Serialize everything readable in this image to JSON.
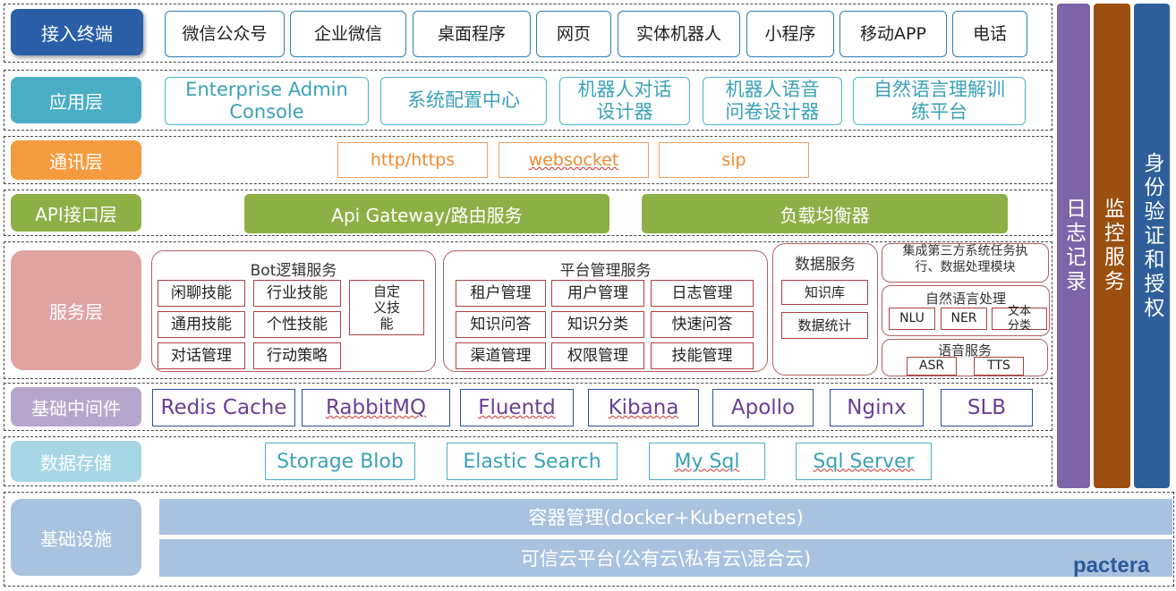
{
  "layers": {
    "terminal": "接入终端",
    "application": "应用层",
    "communication": "通讯层",
    "api": "API接口层",
    "service": "服务层",
    "middleware": "基础中间件",
    "storage": "数据存储",
    "infrastructure": "基础设施"
  },
  "terminals": [
    "微信公众号",
    "企业微信",
    "桌面程序",
    "网页",
    "实体机器人",
    "小程序",
    "移动APP",
    "电话"
  ],
  "applications": [
    "Enterprise Admin Console",
    "系统配置中心",
    "机器人对话设计器",
    "机器人语音问卷设计器",
    "自然语言理解训练平台"
  ],
  "protocols": [
    "http/https",
    "websocket",
    "sip"
  ],
  "api": [
    "Api Gateway/路由服务",
    "负载均衡器"
  ],
  "services": {
    "bot": {
      "title": "Bot逻辑服务",
      "items": [
        "闲聊技能",
        "行业技能",
        "通用技能",
        "个性技能",
        "对话管理",
        "行动策略"
      ],
      "custom": "自定义技能"
    },
    "platform": {
      "title": "平台管理服务",
      "items": [
        "租户管理",
        "用户管理",
        "日志管理",
        "知识问答",
        "知识分类",
        "快速问答",
        "渠道管理",
        "权限管理",
        "技能管理"
      ]
    },
    "data": {
      "title": "数据服务",
      "items": [
        "知识库",
        "数据统计"
      ]
    },
    "third_party": "集成第三方系统任务执行、数据处理模块",
    "nlp": {
      "title": "自然语言处理",
      "items": [
        "NLU",
        "NER",
        "文本分类"
      ]
    },
    "voice": {
      "title": "语音服务",
      "items": [
        "ASR",
        "TTS"
      ]
    }
  },
  "middleware": [
    "Redis Cache",
    "RabbitMQ",
    "Fluentd",
    "Kibana",
    "Apollo",
    "Nginx",
    "SLB"
  ],
  "storage": [
    "Storage Blob",
    "Elastic Search",
    "My Sql",
    "Sql Server"
  ],
  "infrastructure": [
    "容器管理(docker+Kubernetes)",
    "可信云平台(公有云\\私有云\\混合云)"
  ],
  "side": [
    "日志记录",
    "监控服务",
    "身份验证和授权"
  ],
  "logo": "pactera",
  "colors": {
    "terminal": "#2a5fa8",
    "application": "#4aaec5",
    "communication": "#f59b3f",
    "api": "#8db046",
    "service": "#e2a3a3",
    "middleware": "#b7a6cc",
    "storage": "#a7d6e4",
    "infrastructure": "#a9c2e0",
    "log": "#7e64a8",
    "monitor": "#9b4f10",
    "auth": "#2f5f9a"
  }
}
